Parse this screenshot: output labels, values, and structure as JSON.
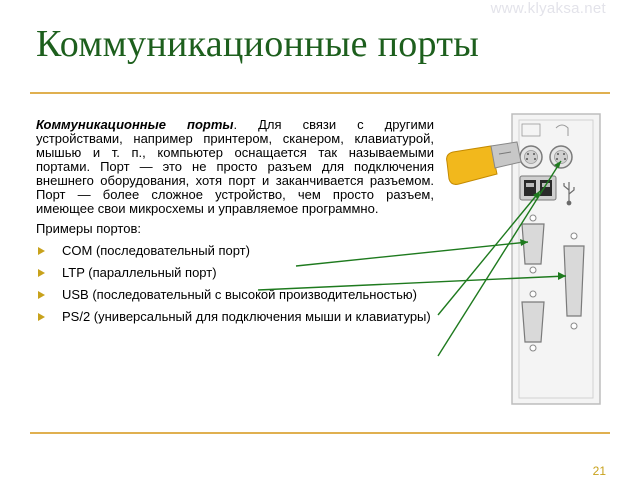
{
  "watermark": "www.klyaksa.net",
  "title": "Коммуникационные порты",
  "intro": {
    "term": "Коммуникационные порты",
    "text": ". Для связи с другими устройствами, например принтером, сканером, клавиатурой, мышью и т. п., компьютер оснащается так называемыми портами. Порт — это не просто разъем для подключения внешнего оборудования, хотя порт и заканчивается разъемом. Порт — более сложное устройство, чем просто разъем, имеющее свои микросхемы и управляемое программно."
  },
  "examples_label": "Примеры портов:",
  "ports": [
    {
      "label": "COM (последовательный порт)"
    },
    {
      "label": "LTP (параллельный порт)"
    },
    {
      "label": "USB (последовательный с высокой производительностью)"
    },
    {
      "label": "PS/2 (универсальный для подключения мыши и клавиатуры)"
    }
  ],
  "page_number": "21",
  "colors": {
    "title": "#1d5f1d",
    "rule": "#e0b050",
    "bullet": "#c8a21c",
    "arrow": "#1e7a1e",
    "usb_plug": "#f2b81c"
  }
}
